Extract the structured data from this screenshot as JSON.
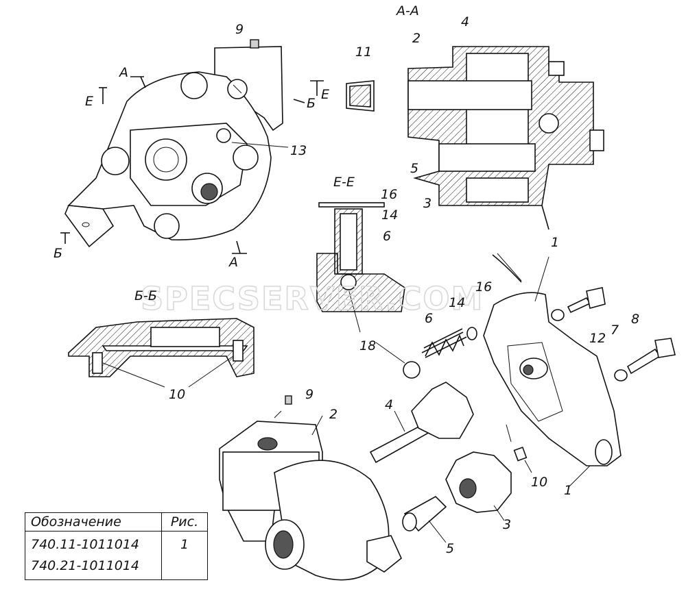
{
  "watermark": "SPECSERVER.COM",
  "sections": {
    "aa": "А-А",
    "ee": "Е-Е",
    "bb": "Б-Б"
  },
  "cut_marks": {
    "a_top": "А",
    "e_left": "Е",
    "e_right": "Е",
    "b_right": "Б",
    "b_left": "Б",
    "a_bottom": "А"
  },
  "labels": {
    "p9_top": "9",
    "p13": "13",
    "p11": "11",
    "p2_top": "2",
    "p4_top": "4",
    "p5_top": "5",
    "p3_top": "3",
    "p16_mid": "16",
    "p14_mid": "14",
    "p6_mid": "6",
    "p18": "18",
    "p10_bb": "10",
    "p1_mid": "1",
    "p16_right": "16",
    "p14_right": "14",
    "p6_right": "6",
    "p7": "7",
    "p12": "12",
    "p8": "8",
    "p9_bottom": "9",
    "p2_bottom": "2",
    "p4_bottom": "4",
    "p10_right": "10",
    "p1_bottom": "1",
    "p3_bottom": "3",
    "p5_bottom": "5"
  },
  "table": {
    "header_designation": "Обозначение",
    "header_fig": "Рис.",
    "row_designation_1": "740.11-1011014",
    "row_designation_2": "740.21-1011014",
    "row_fig": "1"
  }
}
